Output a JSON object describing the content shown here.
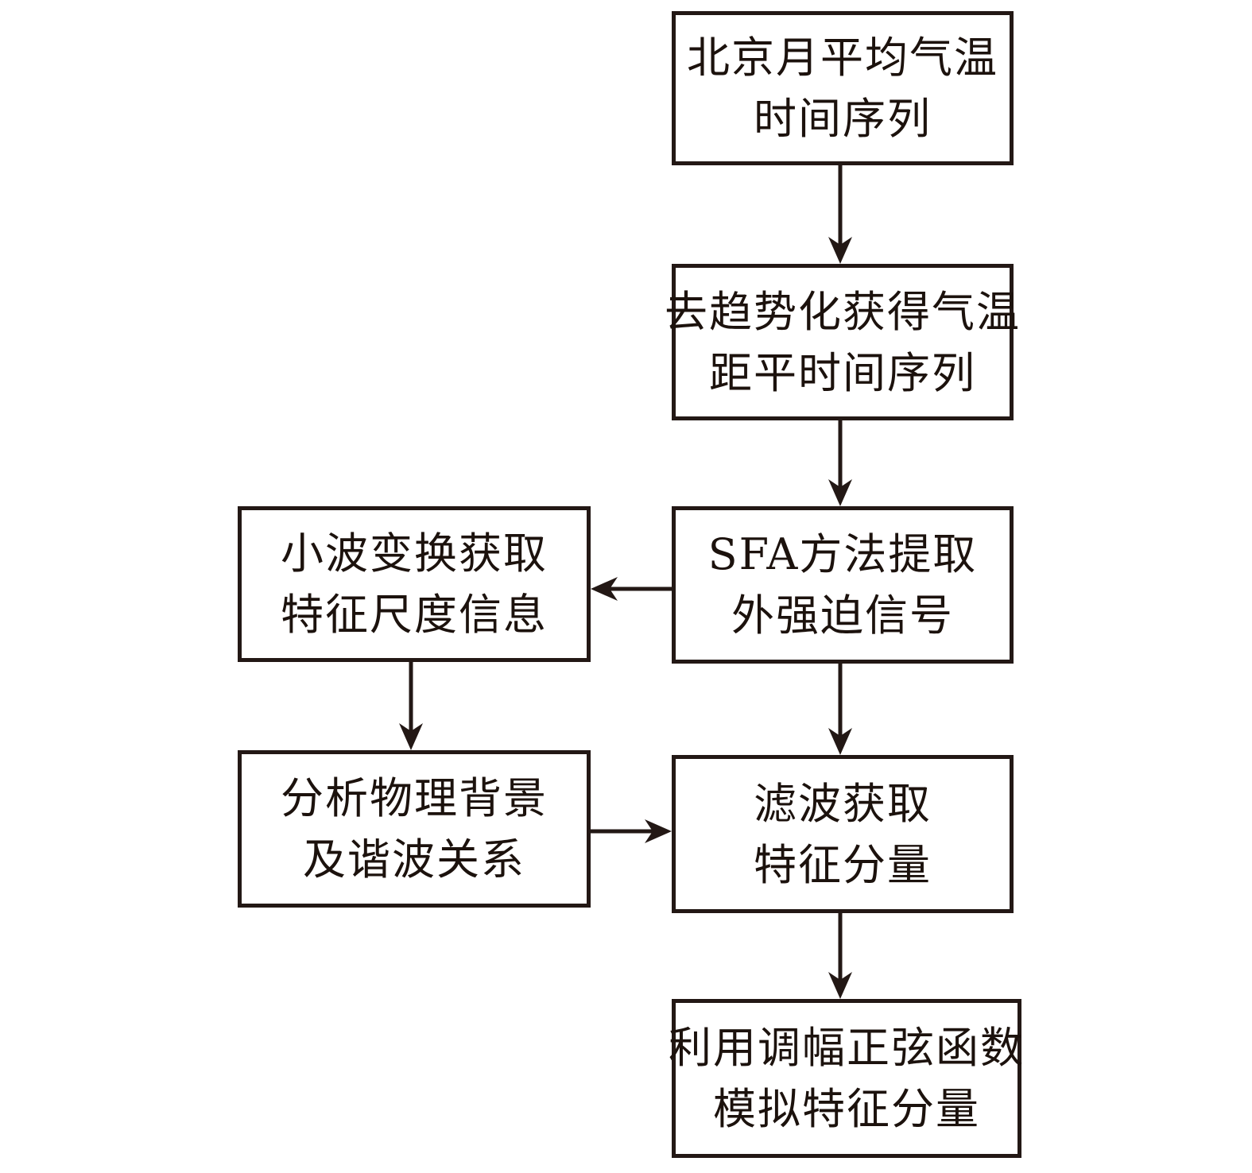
{
  "diagram": {
    "type": "flowchart",
    "colors": {
      "stroke": "#231815",
      "text": "#1c120d",
      "background": "#ffffff"
    },
    "boxes": [
      {
        "id": "temp-series",
        "line1": "北京月平均气温",
        "line2": "时间序列"
      },
      {
        "id": "detrend",
        "line1": "去趋势化获得气温",
        "line2": "距平时间序列"
      },
      {
        "id": "sfa",
        "line1": "SFA方法提取",
        "line2": "外强迫信号"
      },
      {
        "id": "wavelet",
        "line1": "小波变换获取",
        "line2": "特征尺度信息"
      },
      {
        "id": "physical",
        "line1": "分析物理背景",
        "line2": "及谐波关系"
      },
      {
        "id": "filter",
        "line1": "滤波获取",
        "line2": "特征分量"
      },
      {
        "id": "sine",
        "line1": "利用调幅正弦函数",
        "line2": "模拟特征分量"
      }
    ],
    "connections": [
      {
        "from": "temp-series",
        "to": "detrend",
        "direction": "down"
      },
      {
        "from": "detrend",
        "to": "sfa",
        "direction": "down"
      },
      {
        "from": "sfa",
        "to": "wavelet",
        "direction": "left"
      },
      {
        "from": "wavelet",
        "to": "physical",
        "direction": "down"
      },
      {
        "from": "physical",
        "to": "filter",
        "direction": "right"
      },
      {
        "from": "sfa",
        "to": "filter",
        "direction": "down"
      },
      {
        "from": "filter",
        "to": "sine",
        "direction": "down"
      }
    ]
  }
}
